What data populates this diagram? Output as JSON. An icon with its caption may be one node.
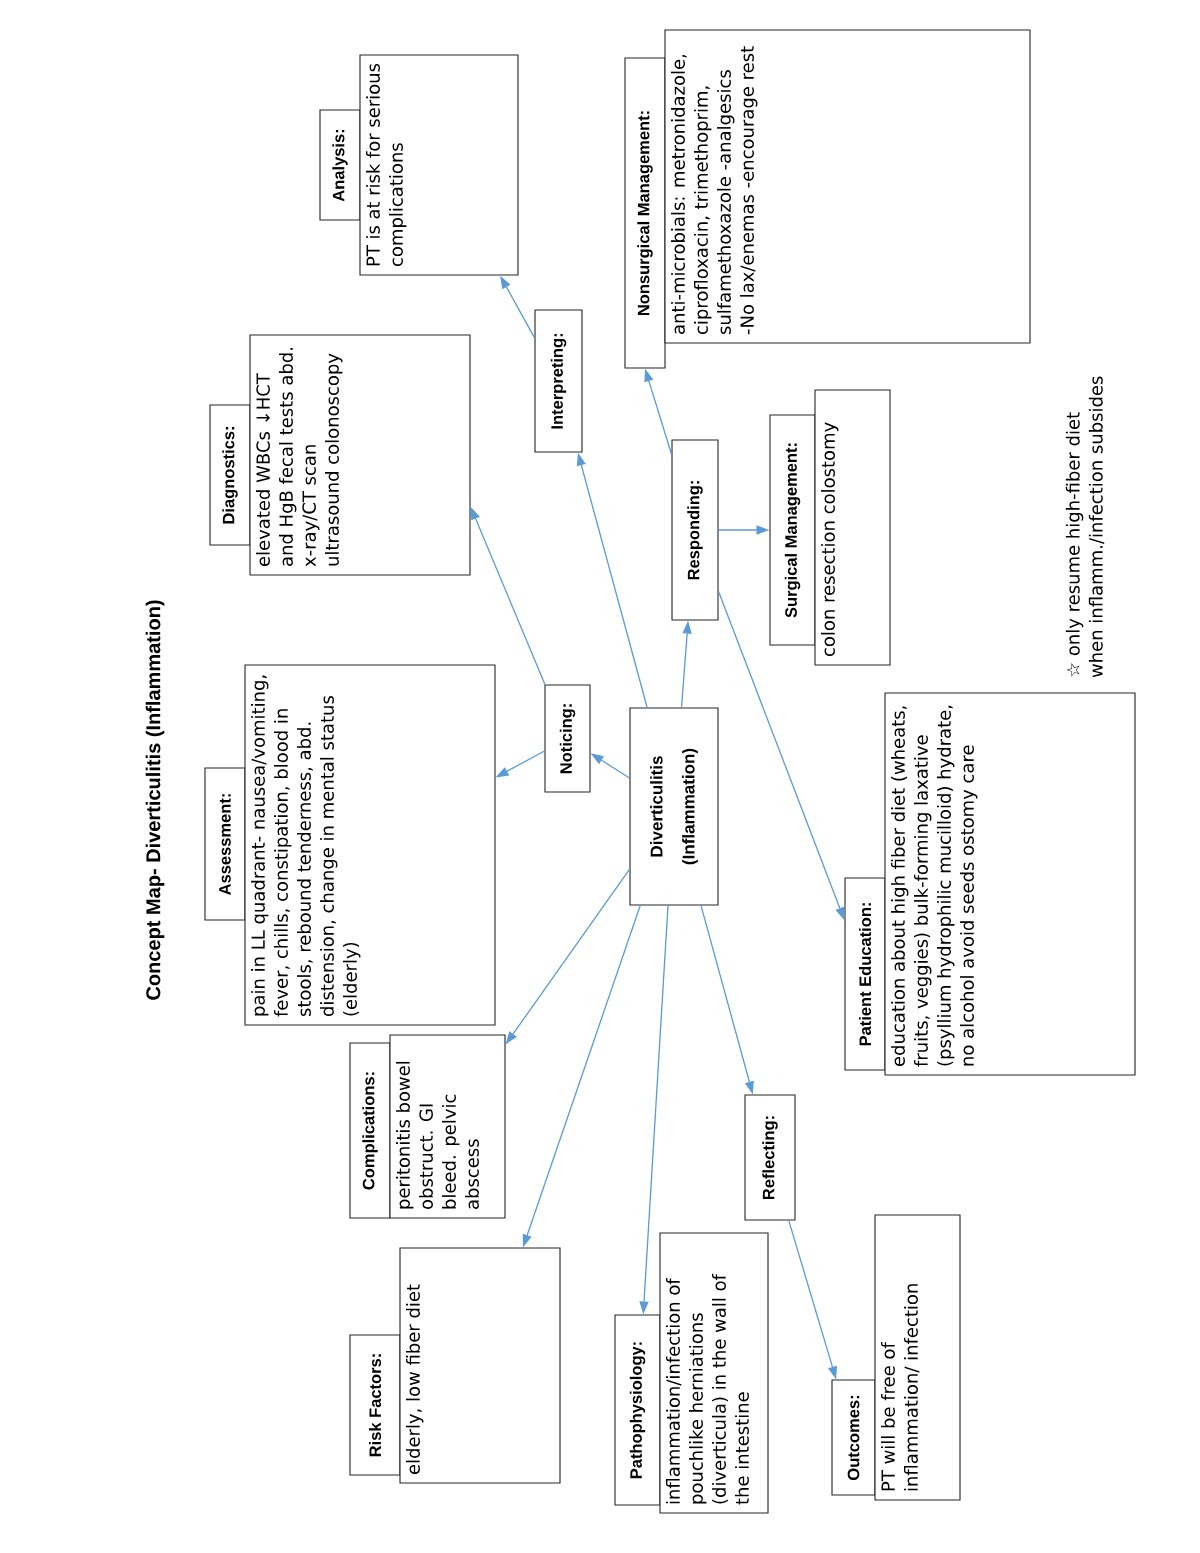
{
  "diagram": {
    "title": "Concept Map- Diverticulitis (Inflammation)",
    "nodes": [
      {
        "text": [
          "Diverticulitis (Inflammation)"
        ]
      },
      {
        "text": [
          "Noticing:"
        ]
      },
      {
        "text": [
          "Interpreting:"
        ]
      },
      {
        "text": [
          "Responding:"
        ]
      },
      {
        "text": [
          "Reflecting:"
        ]
      },
      {
        "text": [
          "Assessment:"
        ]
      },
      {
        "text": [
          "pain in LL quadrant- nausea/vomiting, fever, chills, constipation, blood in stools, rebound tenderness, abd. distension, change in mental status (elderly)"
        ]
      },
      {
        "text": [
          "Diagnostics:"
        ]
      },
      {
        "text": [
          "elevated WBCs ↓HCT and HgB fecal tests abd. x-ray/CT scan ultrasound colonoscopy"
        ]
      },
      {
        "text": [
          "Analysis:"
        ]
      },
      {
        "text": [
          "PT is at risk for serious complications"
        ]
      },
      {
        "text": [
          "Nonsurgical Management:"
        ]
      },
      {
        "text": [
          "anti-microbials: metronidazole, ciprofloxacin, trimethoprim, sulfamethoxazole -analgesics -No lax/enemas -encourage rest"
        ]
      },
      {
        "text": [
          "Surgical Management:"
        ]
      },
      {
        "text": [
          "colon resection colostomy"
        ]
      },
      {
        "text": [
          "Patient Education:"
        ]
      },
      {
        "text": [
          "education about high fiber diet (wheats, fruits, veggies) bulk-forming laxative (psyllium hydrophilic mucilloid) hydrate, no alcohol avoid seeds ostomy care"
        ],
        "beside": [
          "☆ only resume high-fiber diet when inflamm./infection subsides"
        ]
      },
      {
        "text": [
          "Complications:"
        ]
      },
      {
        "text": [
          "peritonitis bowel obstruct. GI bleed. pelvic abscess"
        ]
      },
      {
        "text": [
          "Risk Factors:"
        ]
      },
      {
        "text": [
          "elderly, low fiber diet"
        ]
      },
      {
        "text": [
          "Pathophysiology:"
        ]
      },
      {
        "text": [
          "inflammation/infection of pouchlike herniations (diverticula) in the wall of the intestine"
        ]
      },
      {
        "text": [
          "Outcomes:"
        ]
      },
      {
        "text": [
          "PT will be free of inflammation/ infection"
        ]
      }
    ],
    "edges": [
      {
        "from": 0,
        "to": 1,
        "arrow": "to"
      },
      {
        "from": 0,
        "to": 2,
        "arrow": "to"
      },
      {
        "from": 0,
        "to": 3,
        "arrow": "to"
      },
      {
        "from": 0,
        "to": 4,
        "arrow": "to"
      },
      {
        "from": 1,
        "to": 6,
        "arrow": "to"
      },
      {
        "from": 1,
        "to": 8,
        "arrow": "to"
      },
      {
        "from": 2,
        "to": 10,
        "arrow": "to"
      },
      {
        "from": 3,
        "to": 11,
        "arrow": "to"
      },
      {
        "from": 3,
        "to": 13,
        "arrow": "to"
      },
      {
        "from": 3,
        "to": 15,
        "arrow": "to"
      },
      {
        "from": 4,
        "to": 23,
        "arrow": "to"
      },
      {
        "from": 0,
        "to": 18,
        "arrow": "to"
      },
      {
        "from": 0,
        "to": 20,
        "arrow": "to"
      },
      {
        "from": 0,
        "to": 21,
        "arrow": "to"
      }
    ]
  }
}
